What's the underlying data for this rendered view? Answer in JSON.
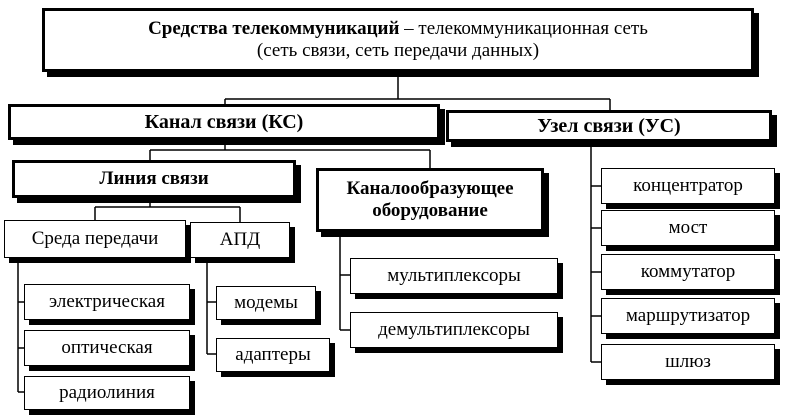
{
  "root": {
    "title_bold": "Средства телекоммуникаций",
    "title_rest": " – телекоммуникационная сеть",
    "subtitle": "(сеть связи, сеть передачи данных)"
  },
  "channel": {
    "label": "Канал связи (КС)",
    "line": {
      "label": "Линия связи",
      "media": {
        "label": "Среда передачи",
        "items": [
          "электрическая",
          "оптическая",
          "радиолиния"
        ]
      },
      "apd": {
        "label": "АПД",
        "items": [
          "модемы",
          "адаптеры"
        ]
      }
    },
    "equipment": {
      "label": "Каналообразующее оборудование",
      "items": [
        "мультиплексоры",
        "демультиплексоры"
      ]
    }
  },
  "node": {
    "label": "Узел связи (УС)",
    "items": [
      "концентратор",
      "мост",
      "коммутатор",
      "маршрутизатор",
      "шлюз"
    ]
  }
}
